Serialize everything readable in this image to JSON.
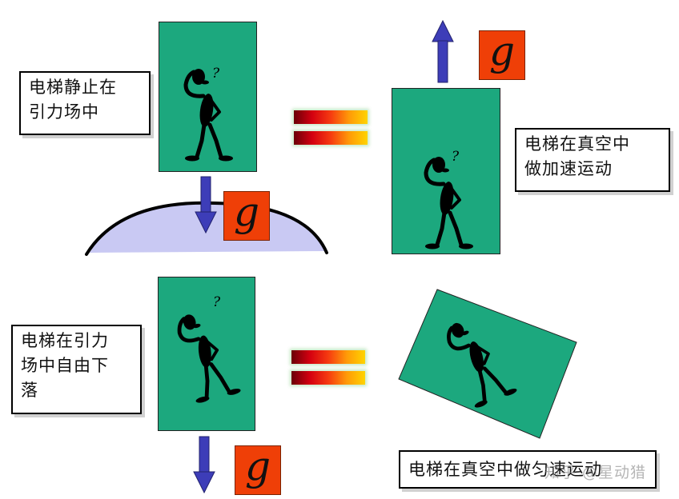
{
  "labels": {
    "top_left": [
      "电梯静止在",
      "引力场中"
    ],
    "top_right": [
      "电梯在真空中",
      "做加速运动"
    ],
    "bottom_left": [
      "电梯在引力",
      "场中自由下",
      "落"
    ],
    "bottom_right": [
      "电梯在真空中",
      "做匀速运动"
    ]
  },
  "gravity_symbol": "g",
  "question_mark": "?",
  "watermark": "知乎 @星动猎",
  "colors": {
    "elevator": "#1ca87e",
    "g_badge": "#ef3f07",
    "arrow": "#3d3db8",
    "planet": "#c9c9f3"
  },
  "icons": {
    "thinking_figure": "thinking-man-icon",
    "arrow_down": "arrow-down-icon",
    "arrow_up": "arrow-up-icon",
    "equals": "equals-sign-icon"
  }
}
